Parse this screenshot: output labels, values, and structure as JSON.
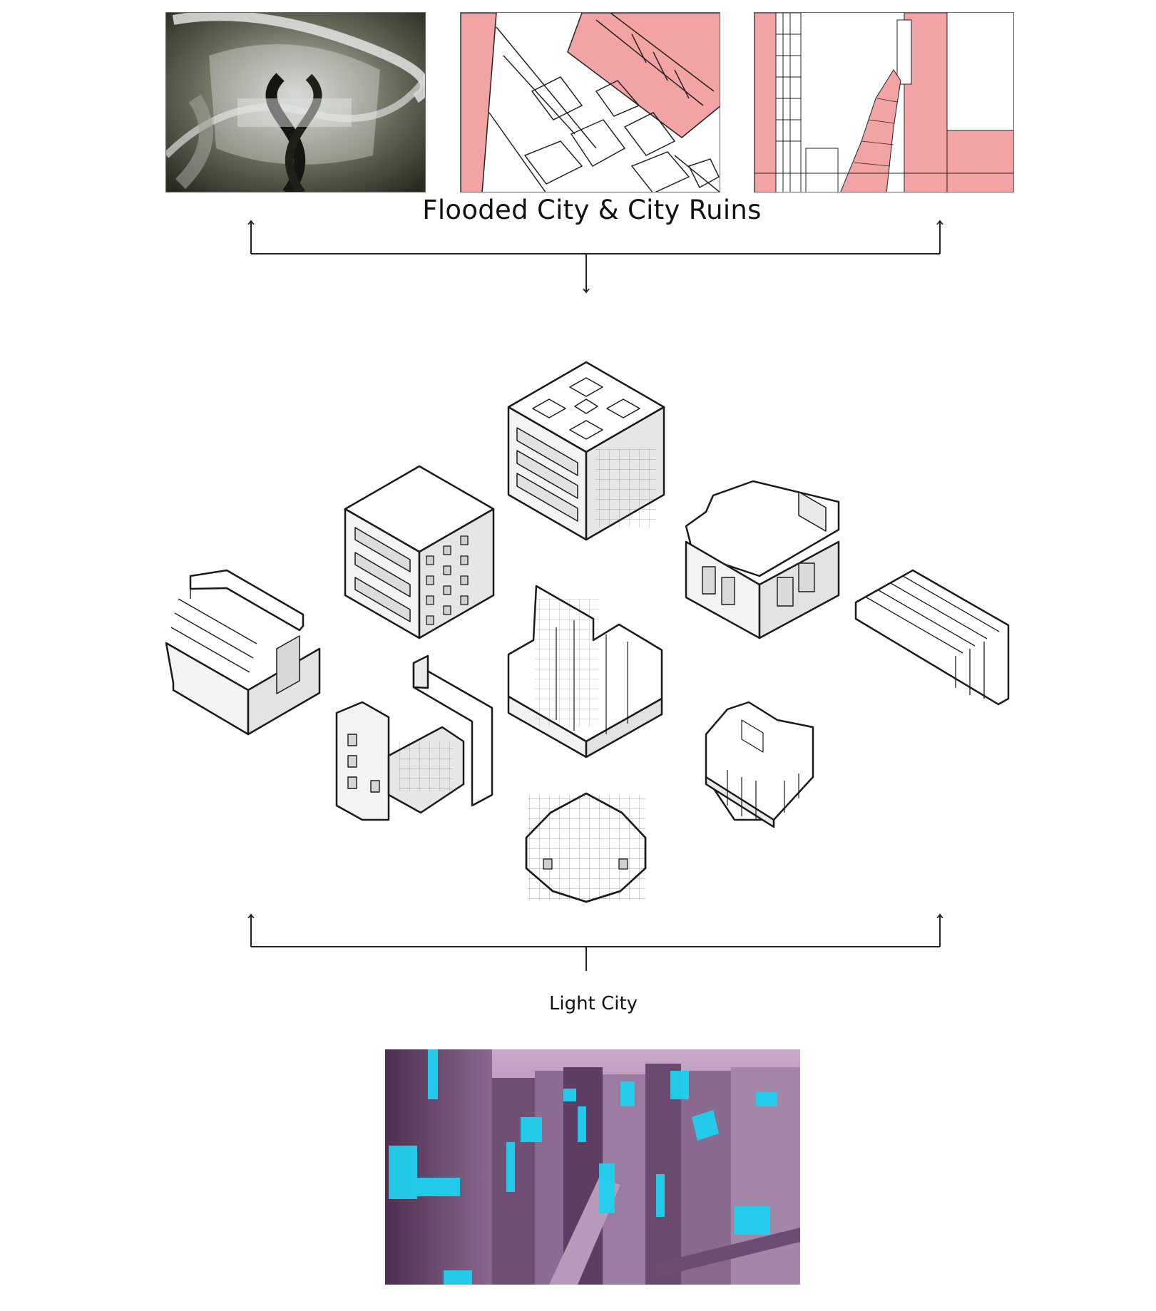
{
  "top_caption": "Flooded City & City Ruins",
  "bottom_caption": "Light City",
  "colors": {
    "ruin_pink": "#f2a3a3",
    "line": "#222222",
    "light_city_purple": "#7a5a7e",
    "light_city_cyan": "#1fd0ee"
  },
  "images": [
    {
      "name": "flooded-city-render",
      "kind": "photo"
    },
    {
      "name": "city-ruins-plan-drawing",
      "kind": "line-drawing"
    },
    {
      "name": "city-ruins-elevation-drawing",
      "kind": "line-drawing"
    },
    {
      "name": "light-city-render",
      "kind": "photo"
    }
  ],
  "isometric_modules": 10
}
